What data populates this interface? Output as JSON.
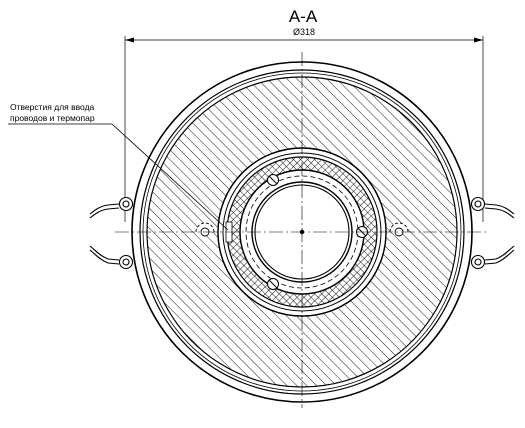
{
  "section": {
    "title": "A-A"
  },
  "dimension": {
    "diameter_label": "Ø318"
  },
  "callout": {
    "line1": "Отверстия для ввода",
    "line2": "проводов и термопар"
  },
  "colors": {
    "ink": "#000000",
    "paper": "#ffffff"
  }
}
